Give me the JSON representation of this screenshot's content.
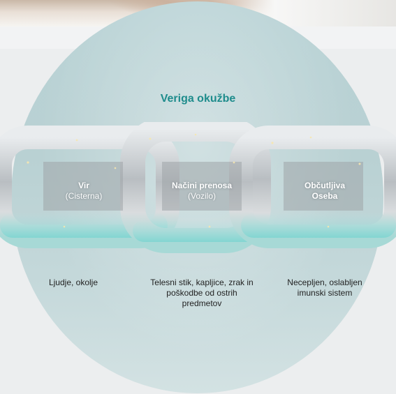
{
  "title": "Veriga okužbe",
  "links": [
    {
      "name": "Vir",
      "sub": "(Cisterna)",
      "caption": "Ljudje, okolje"
    },
    {
      "name": "Načini prenosa",
      "sub": "(Vozilo)",
      "caption": "Telesni stik, kapljice, zrak in poškodbe od ostrih predmetov"
    },
    {
      "name": "Občutljiva Oseba",
      "sub": "",
      "caption": "Necepljen, oslabljen imunski sistem"
    }
  ],
  "colors": {
    "title": "#1e8c8c",
    "circle": "#b8d2d5",
    "chain_glow": "#7fd6d2"
  }
}
